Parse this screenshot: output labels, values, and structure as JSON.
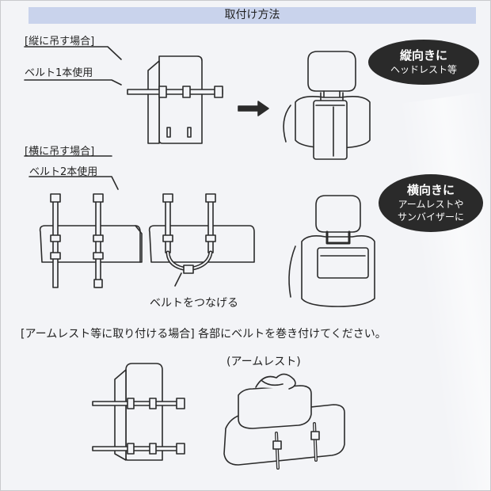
{
  "title": "取付け方法",
  "vertical": {
    "heading": "[縦に吊す場合]",
    "belt_label": "ベルト1本使用",
    "bubble_title": "縦向きに",
    "bubble_sub": "ヘッドレスト等"
  },
  "horizontal": {
    "heading": "[横に吊す場合]",
    "belt_label": "ベルト2本使用",
    "connect_label": "ベルトをつなげる",
    "bubble_title": "横向きに",
    "bubble_sub1": "アームレストや",
    "bubble_sub2": "サンバイザーに"
  },
  "armrest": {
    "instruction": "[アームレスト等に取り付ける場合] 各部にベルトを巻き付けてください。",
    "label": "(アームレスト)"
  },
  "colors": {
    "title_bar": "#c9d3ec",
    "bubble": "#2a2a2a",
    "line": "#2b2b2b",
    "background": "#f3f4f7"
  }
}
